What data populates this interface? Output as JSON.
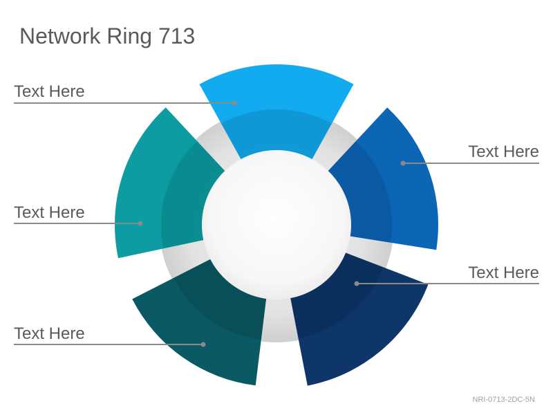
{
  "title": "Network Ring 713",
  "footer_code": "NRI-0713-2DC-5N",
  "segments": [
    {
      "label": "Text Here",
      "color": "#0AA8EE"
    },
    {
      "label": "Text Here",
      "color": "#0560B4"
    },
    {
      "label": "Text Here",
      "color": "#062F64"
    },
    {
      "label": "Text Here",
      "color": "#03545F"
    },
    {
      "label": "Text Here",
      "color": "#04999E"
    }
  ],
  "colors": {
    "ring_gray": "#d8d8d8",
    "center": "#ffffff",
    "leader": "#8a8a8a",
    "text": "#5a5a5a"
  }
}
